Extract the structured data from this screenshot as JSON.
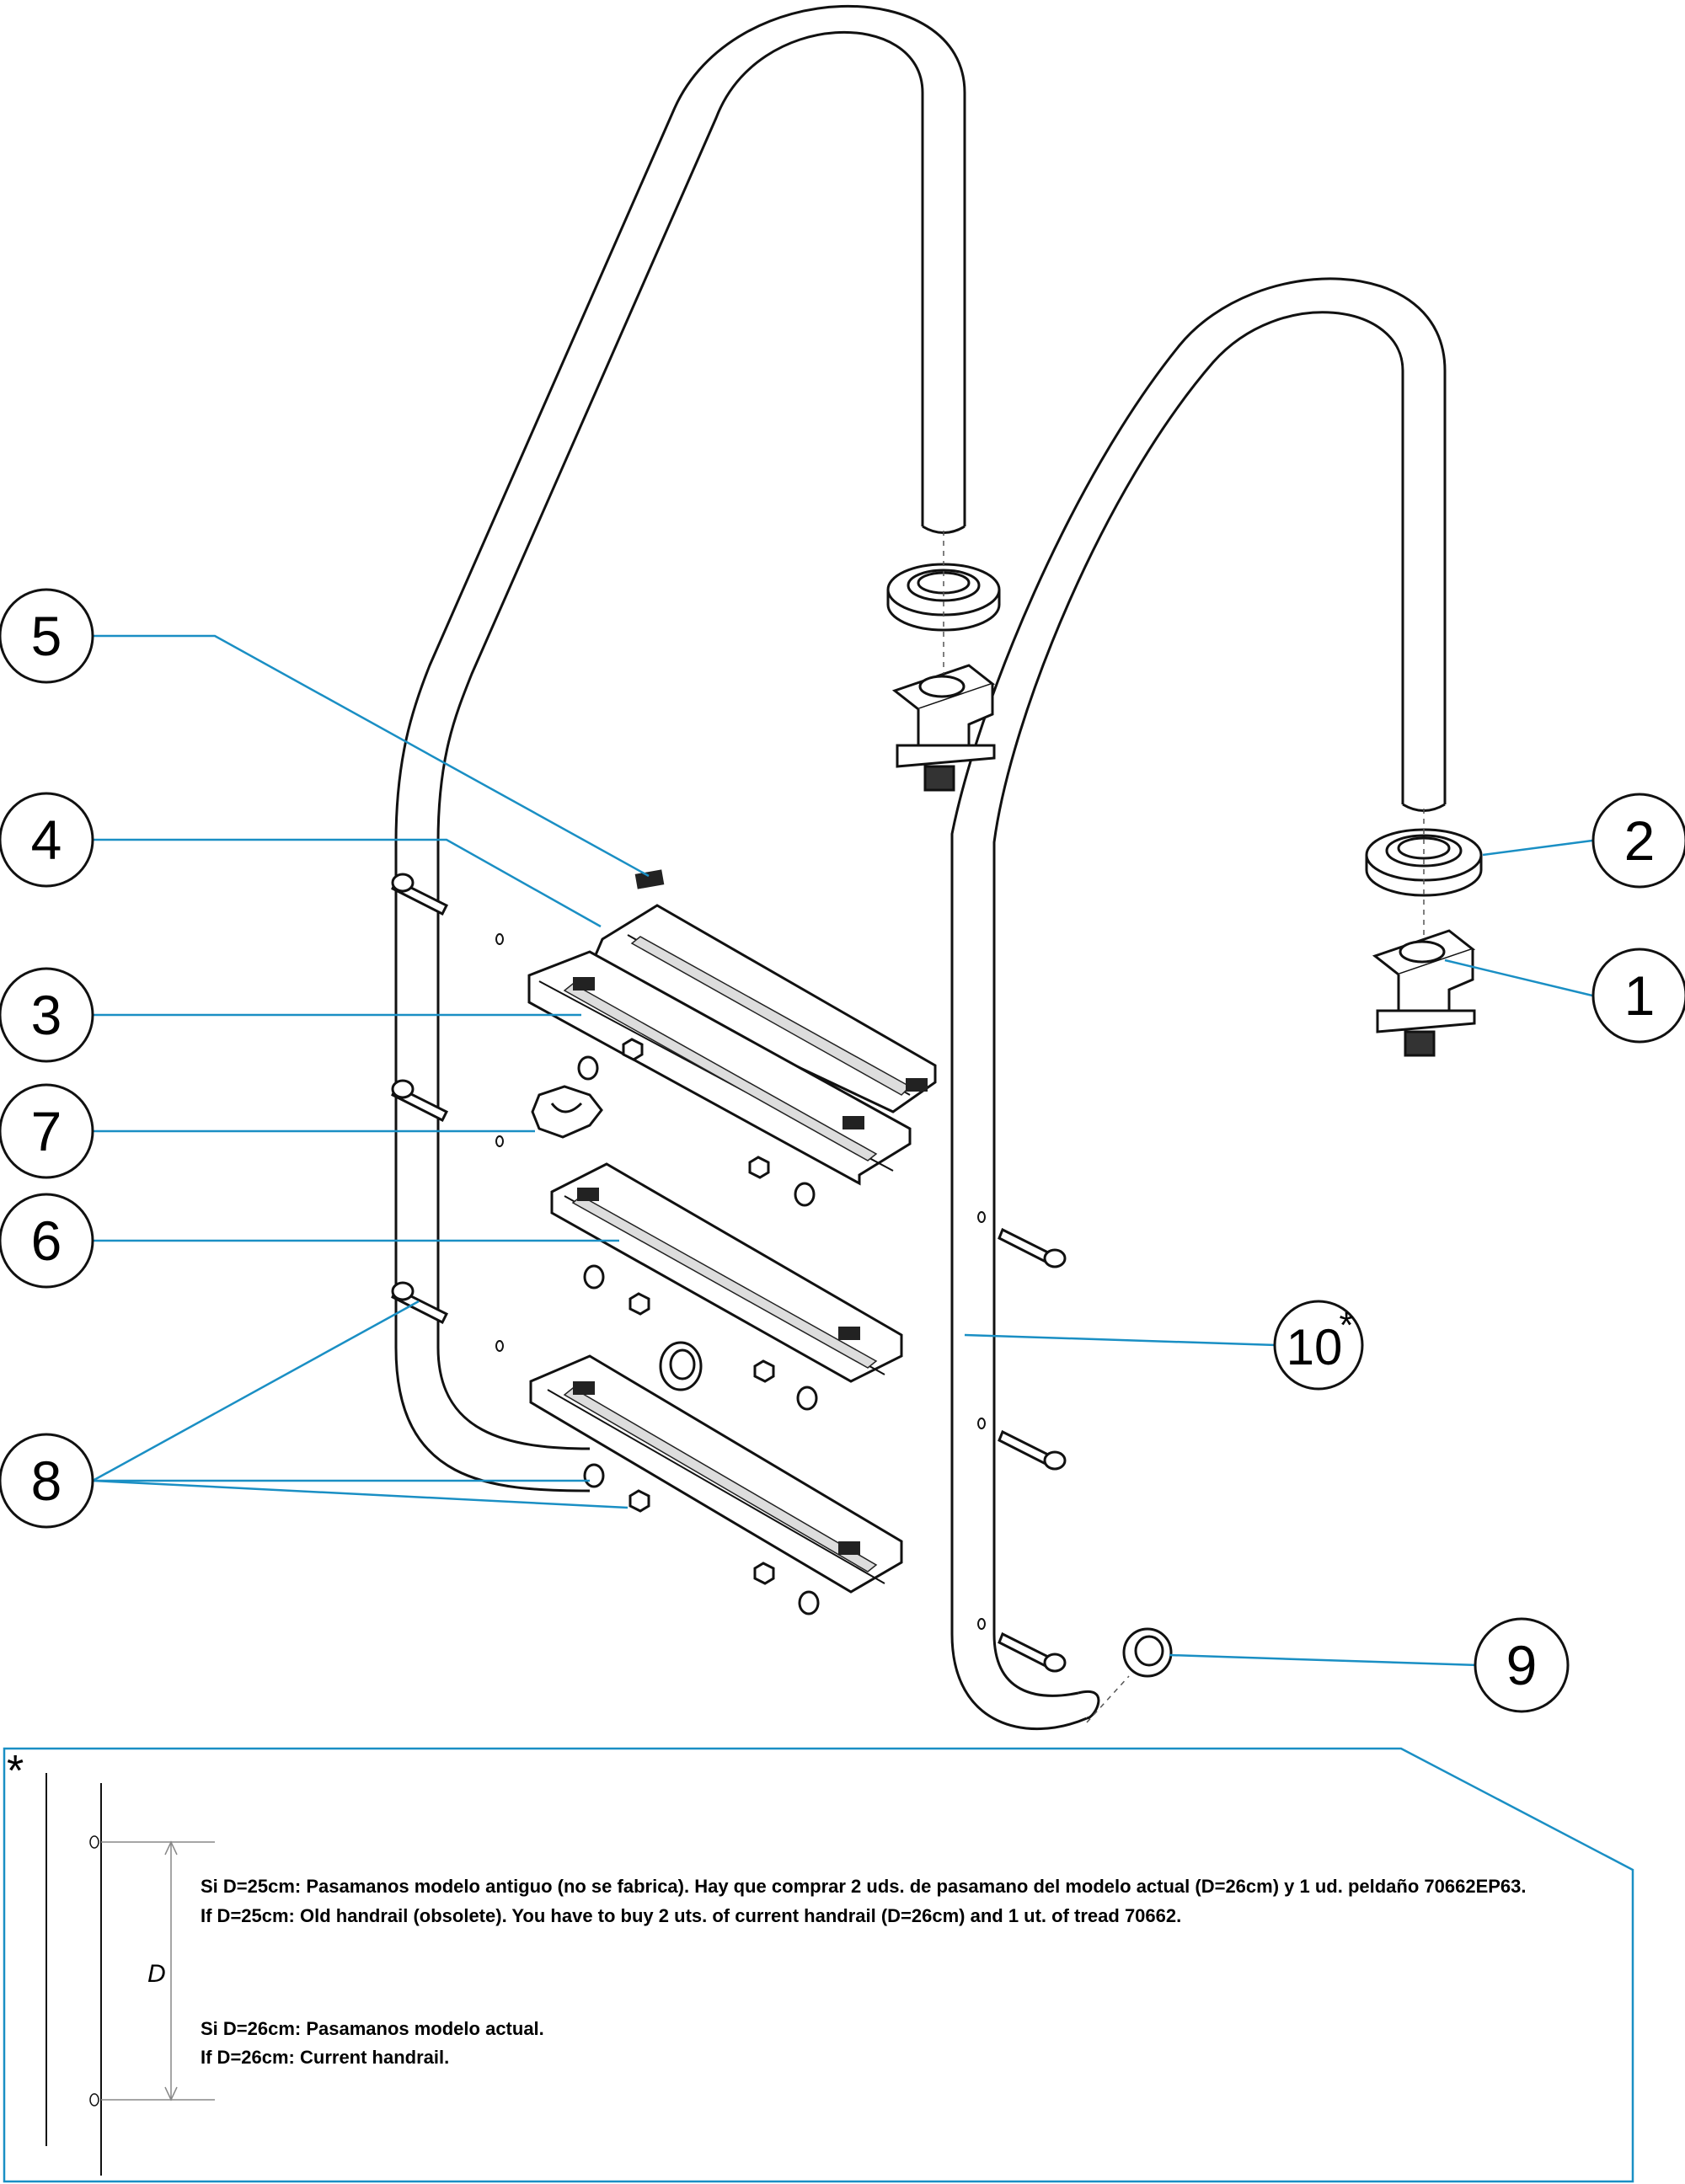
{
  "callouts": [
    {
      "id": "1",
      "label": "1"
    },
    {
      "id": "2",
      "label": "2"
    },
    {
      "id": "3",
      "label": "3"
    },
    {
      "id": "4",
      "label": "4"
    },
    {
      "id": "5",
      "label": "5"
    },
    {
      "id": "6",
      "label": "6"
    },
    {
      "id": "7",
      "label": "7"
    },
    {
      "id": "8",
      "label": "8"
    },
    {
      "id": "9",
      "label": "9"
    },
    {
      "id": "10",
      "label": "10",
      "suffix": "*"
    }
  ],
  "note": {
    "marker": "*",
    "dimension_label": "D",
    "line1_es": "Si D=25cm: Pasamanos modelo antiguo (no se fabrica). Hay que comprar 2 uds. de pasamano del modelo actual (D=26cm) y 1 ud. peldaño 70662EP63.",
    "line1_en": "If D=25cm: Old handrail (obsolete). You have to buy 2 uts. of current handrail (D=26cm) and 1 ut. of tread 70662.",
    "line2_es": "Si D=26cm: Pasamanos modelo actual.",
    "line2_en": "If D=26cm: Current handrail."
  },
  "colors": {
    "leader": "#1a8fc4",
    "outline": "#111111",
    "tread_fill": "#ffffff",
    "dark_fill": "#222222"
  }
}
